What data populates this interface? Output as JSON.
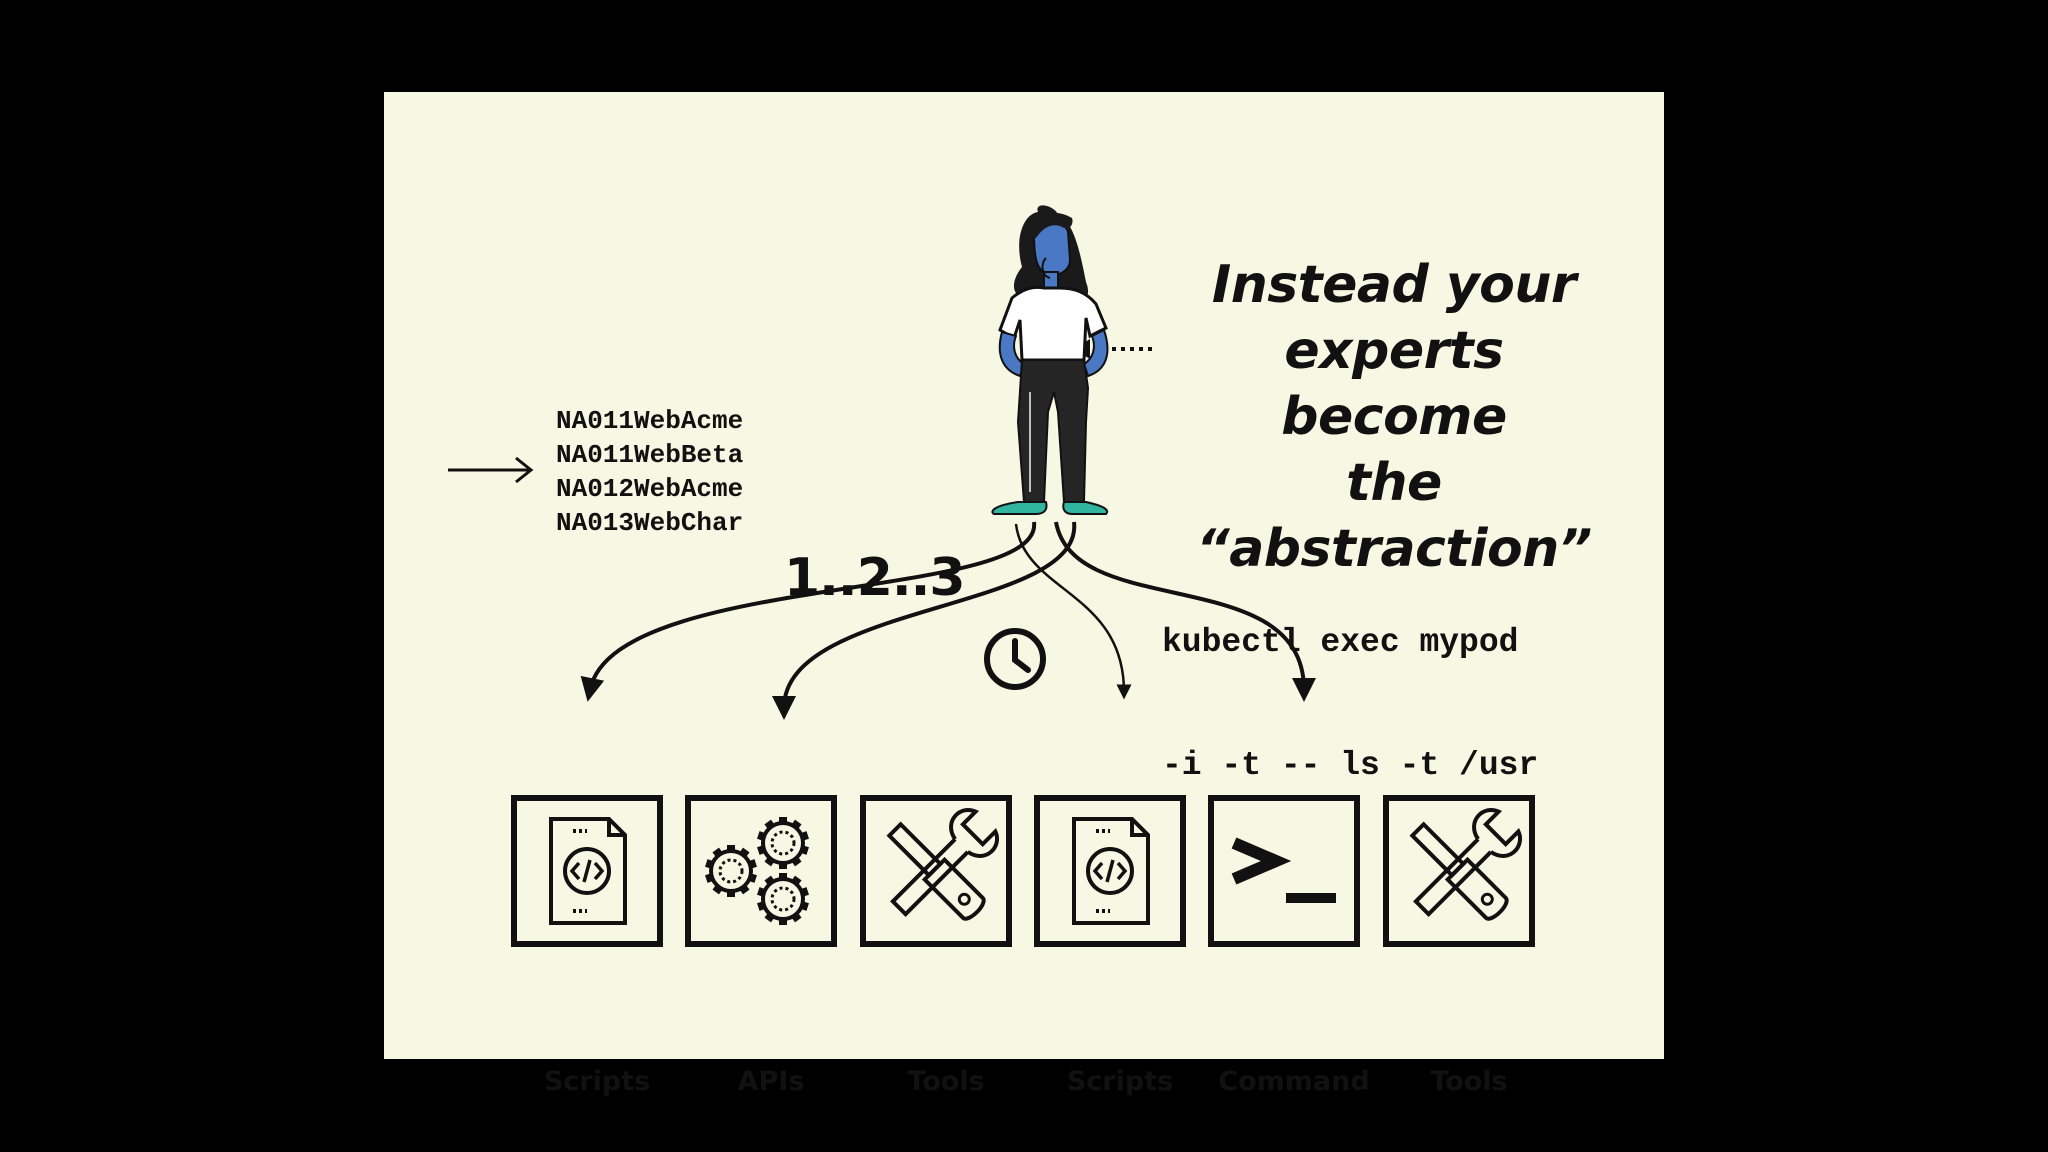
{
  "headline": [
    "Instead your",
    "experts become",
    "the “abstraction”"
  ],
  "servers": [
    "NA011WebAcme",
    "NA011WebBeta",
    "NA012WebAcme",
    "NA013WebChar"
  ],
  "command": [
    "kubectl exec mypod",
    "-i -t -- ls -t /usr"
  ],
  "steps_label": "1..2..3",
  "boxes": [
    {
      "label": "Scripts",
      "icon": "script-file-icon"
    },
    {
      "label": "APIs",
      "icon": "gears-icon"
    },
    {
      "label": "Tools",
      "icon": "wrench-screwdriver-icon"
    },
    {
      "label": "Scripts",
      "icon": "script-file-icon"
    },
    {
      "label": "Command",
      "icon": "terminal-prompt-icon"
    },
    {
      "label": "Tools",
      "icon": "wrench-screwdriver-icon"
    }
  ],
  "colors": {
    "background": "#f7f8e3",
    "frame": "#000000",
    "ink": "#111111",
    "skin": "#4a78c4",
    "shoes": "#2fb5a0"
  }
}
